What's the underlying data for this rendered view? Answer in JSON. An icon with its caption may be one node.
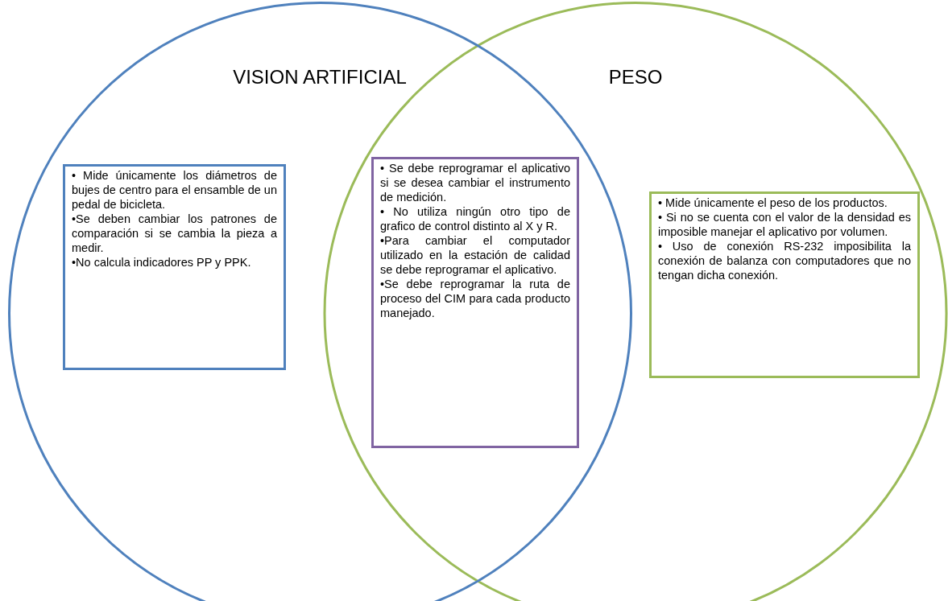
{
  "diagram": {
    "nodes": [
      {
        "text": [
          "VISION ARTIFICIAL"
        ]
      },
      {
        "text": [
          "PESO"
        ]
      },
      {
        "text": [
          "• Mide únicamente los diámetros de bujes de centro para el ensamble de un pedal de bicicleta.",
          "•Se deben cambiar los patrones de comparación si se cambia la pieza a medir.",
          "•No calcula indicadores PP y PPK."
        ],
        "in": 0
      },
      {
        "text": [
          "• Se debe reprogramar el aplicativo si se desea cambiar el instrumento de medición.",
          "• No utiliza ningún otro tipo de grafico de control distinto al X y R.",
          "•Para cambiar el computador utilizado en la estación de calidad se debe reprogramar el aplicativo.",
          "•Se debe reprogramar la ruta de proceso del CIM para cada producto manejado."
        ]
      },
      {
        "text": [
          "• Mide únicamente el peso de los productos.",
          "• Si no se cuenta con el valor de la densidad es imposible manejar el aplicativo por volumen.",
          "• Uso de conexión RS-232 imposibilita la conexión de balanza con computadores que no tengan dicha conexión."
        ],
        "in": 1
      }
    ]
  }
}
